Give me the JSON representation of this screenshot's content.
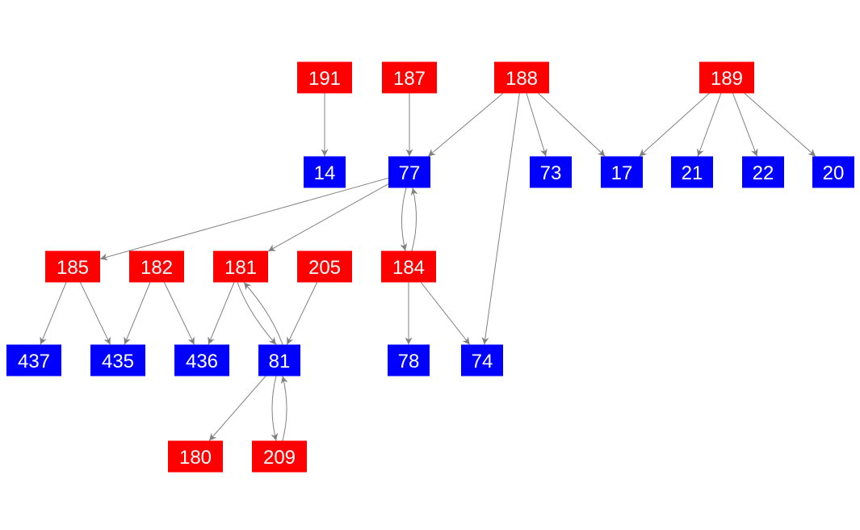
{
  "colors": {
    "red": "#ff0000",
    "blue": "#0000ff",
    "edge": "#808080",
    "label": "#ffffff"
  },
  "nodes": [
    {
      "id": "191",
      "color": "red"
    },
    {
      "id": "187",
      "color": "red"
    },
    {
      "id": "188",
      "color": "red"
    },
    {
      "id": "189",
      "color": "red"
    },
    {
      "id": "14",
      "color": "blue"
    },
    {
      "id": "77",
      "color": "blue"
    },
    {
      "id": "73",
      "color": "blue"
    },
    {
      "id": "17",
      "color": "blue"
    },
    {
      "id": "21",
      "color": "blue"
    },
    {
      "id": "22",
      "color": "blue"
    },
    {
      "id": "20",
      "color": "blue"
    },
    {
      "id": "185",
      "color": "red"
    },
    {
      "id": "182",
      "color": "red"
    },
    {
      "id": "181",
      "color": "red"
    },
    {
      "id": "205",
      "color": "red"
    },
    {
      "id": "184",
      "color": "red"
    },
    {
      "id": "437",
      "color": "blue"
    },
    {
      "id": "435",
      "color": "blue"
    },
    {
      "id": "436",
      "color": "blue"
    },
    {
      "id": "81",
      "color": "blue"
    },
    {
      "id": "78",
      "color": "blue"
    },
    {
      "id": "74",
      "color": "blue"
    },
    {
      "id": "180",
      "color": "red"
    },
    {
      "id": "209",
      "color": "red"
    }
  ],
  "edges": [
    [
      "191",
      "14"
    ],
    [
      "187",
      "77"
    ],
    [
      "188",
      "77"
    ],
    [
      "188",
      "73"
    ],
    [
      "188",
      "17"
    ],
    [
      "188",
      "74"
    ],
    [
      "189",
      "17"
    ],
    [
      "189",
      "21"
    ],
    [
      "189",
      "22"
    ],
    [
      "189",
      "20"
    ],
    [
      "77",
      "185"
    ],
    [
      "77",
      "181"
    ],
    [
      "77",
      "184"
    ],
    [
      "184",
      "77"
    ],
    [
      "185",
      "437"
    ],
    [
      "185",
      "435"
    ],
    [
      "182",
      "435"
    ],
    [
      "182",
      "436"
    ],
    [
      "181",
      "436"
    ],
    [
      "181",
      "81"
    ],
    [
      "81",
      "181"
    ],
    [
      "205",
      "81"
    ],
    [
      "184",
      "78"
    ],
    [
      "184",
      "74"
    ],
    [
      "81",
      "180"
    ],
    [
      "81",
      "209"
    ],
    [
      "209",
      "81"
    ]
  ]
}
